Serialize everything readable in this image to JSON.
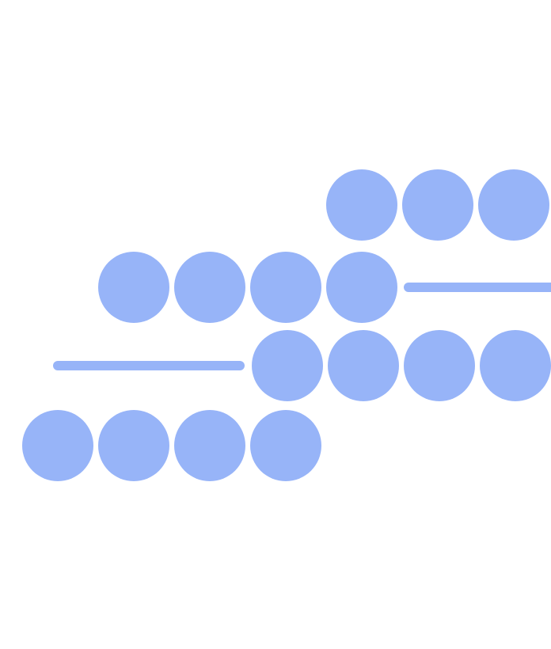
{
  "graphic": {
    "color": "#97b4f8",
    "rows": [
      {
        "dots": 3,
        "has_bar": false
      },
      {
        "dots": 4,
        "has_bar": true,
        "bar_side": "right"
      },
      {
        "dots": 4,
        "has_bar": true,
        "bar_side": "left"
      },
      {
        "dots": 4,
        "has_bar": false
      }
    ]
  }
}
